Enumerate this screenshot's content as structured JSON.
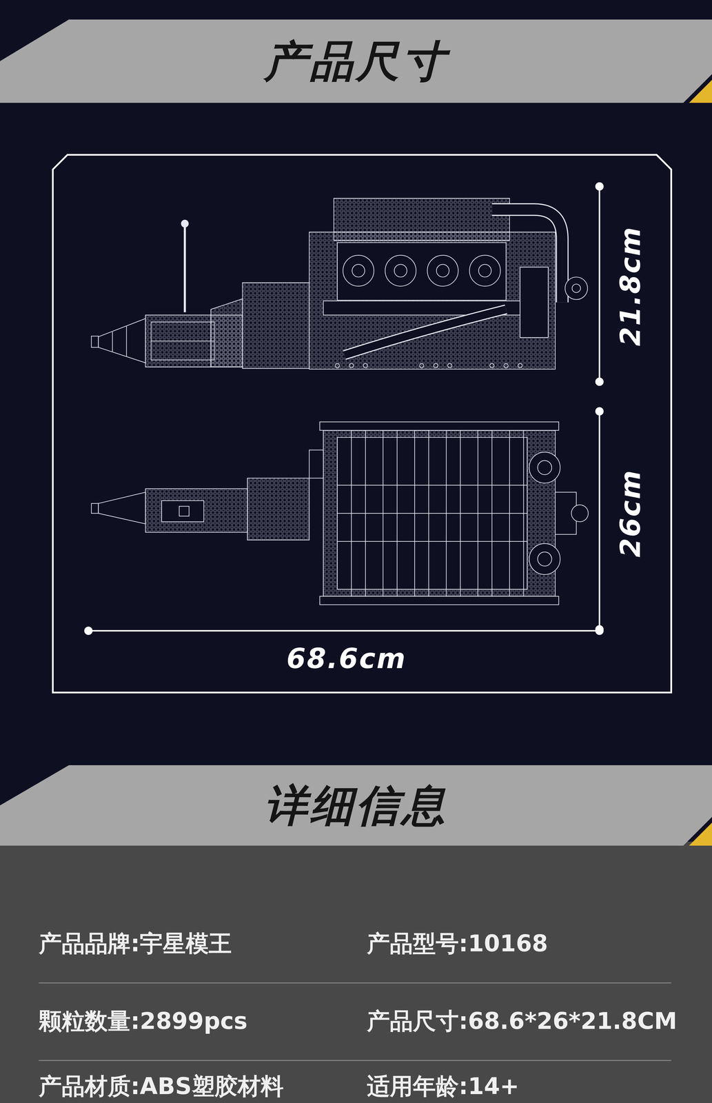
{
  "diagram": {
    "nodes": [
      {
        "text": [
          "产品尺寸"
        ]
      },
      {
        "text": [
          "详细信息"
        ]
      }
    ],
    "labels": [
      "21.8cm",
      "26cm",
      "68.6cm",
      "产品品牌:宇星模王",
      "产品型号:10168",
      "颗粒数量:2899pcs",
      "产品尺寸:68.6*26*21.8CM",
      "产品材质:ABS塑胶材料",
      "适用年龄:14+"
    ]
  }
}
